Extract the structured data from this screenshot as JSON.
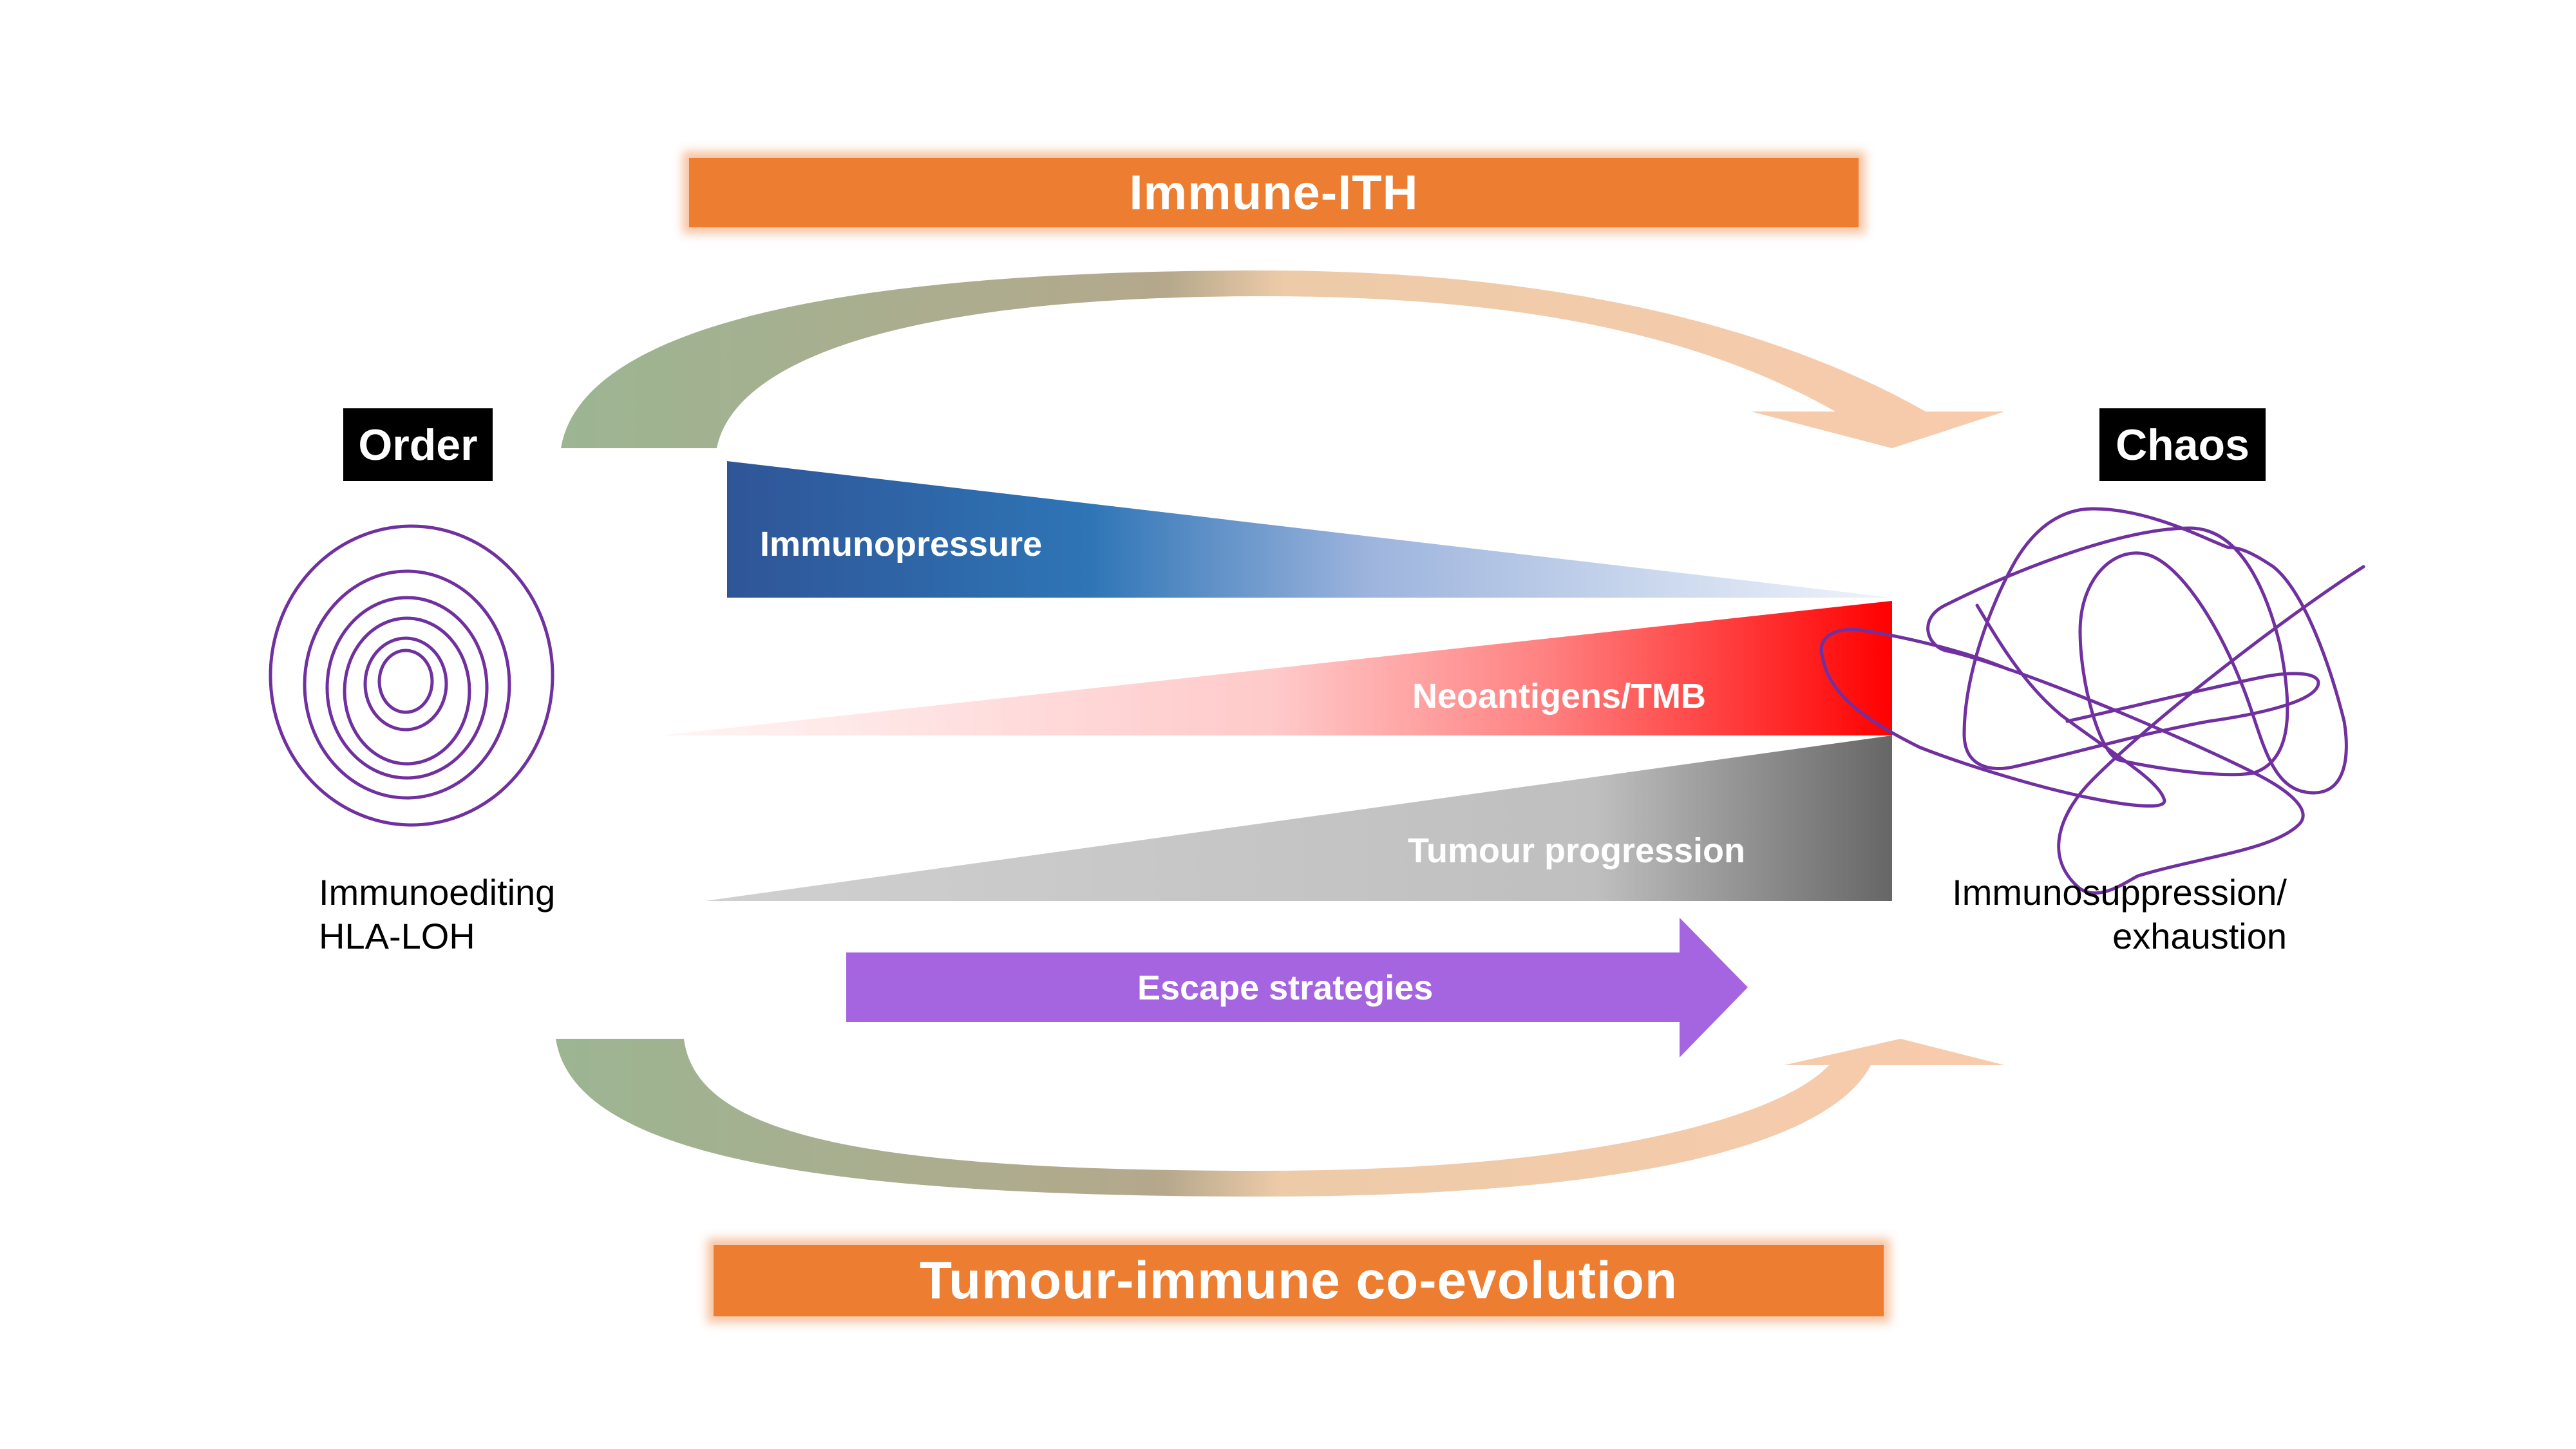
{
  "top_banner": {
    "label": "Immune-ITH",
    "color": "#ED7D31"
  },
  "bottom_banner": {
    "label": "Tumour-immune co-evolution",
    "color": "#ED7D31"
  },
  "left_state": {
    "label": "Order",
    "icon": "concentric-ellipses-icon",
    "caption_lines": [
      "Immunoediting",
      "HLA-LOH"
    ]
  },
  "right_state": {
    "label": "Chaos",
    "icon": "tangled-scribble-icon",
    "caption_lines": [
      "Immunosuppression/",
      "exhaustion"
    ]
  },
  "wedges": [
    {
      "label": "Immunopressure",
      "direction": "decreasing",
      "colors": [
        "#2F5597",
        "#2E75B6",
        "#B4C7E7",
        "#EEF2FA"
      ]
    },
    {
      "label": "Neoantigens/TMB",
      "direction": "increasing",
      "colors": [
        "#FFF0F0",
        "#FFC7C7",
        "#FF7F7F",
        "#FF0000"
      ]
    },
    {
      "label": "Tumour progression",
      "direction": "increasing",
      "colors": [
        "#D9D9D9",
        "#BFBFBF",
        "#A6A6A6",
        "#666666"
      ]
    }
  ],
  "escape_arrow": {
    "label": "Escape strategies",
    "color": "#A564E0"
  },
  "cycle_arrows": {
    "start_color": "#9CB592",
    "end_color": "#F8CBAD"
  },
  "spiral_color": "#7030A0"
}
